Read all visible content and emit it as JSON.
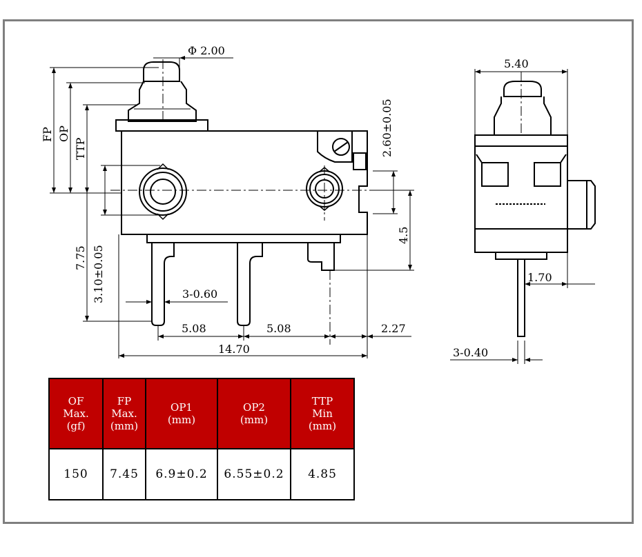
{
  "colors": {
    "frame": "#7f7f7f",
    "header_bg": "#c00000",
    "header_text": "#ffffff",
    "line": "#000000"
  },
  "dimensions": {
    "pin_diameter": "Φ 2.00",
    "fp": "FP",
    "op": "OP",
    "ttp": "TTP",
    "height_7_75": "7.75",
    "height_3_10": "3.10±0.05",
    "height_2_60": "2.60±0.05",
    "height_4_5": "4.5",
    "terminal_width": "3-0.60",
    "pitch_left": "5.08",
    "pitch_right": "5.08",
    "offset_right": "2.27",
    "total_length": "14.70",
    "side_width": "5.40",
    "side_offset": "1.70",
    "side_terminal": "3-0.40"
  },
  "table": {
    "headers": [
      [
        "OF",
        "Max.",
        "(gf)"
      ],
      [
        "FP",
        "Max.",
        "(mm)"
      ],
      [
        "OP1",
        "(mm)"
      ],
      [
        "OP2",
        "(mm)"
      ],
      [
        "TTP",
        "Min",
        "(mm)"
      ]
    ],
    "values": [
      "150",
      "7.45",
      "6.9±0.2",
      "6.55±0.2",
      "4.85"
    ]
  }
}
